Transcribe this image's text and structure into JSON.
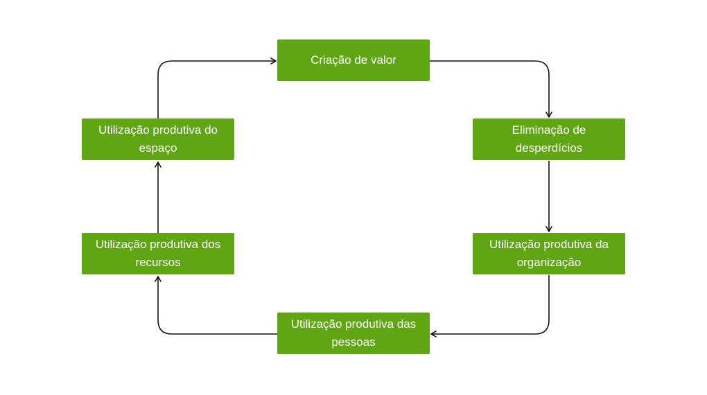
{
  "colors": {
    "node_fill": "#5fa514",
    "node_text": "#ffffff",
    "connector": "#111111",
    "background": "#ffffff"
  },
  "nodes": [
    {
      "id": "criacao",
      "label": "Criação de valor"
    },
    {
      "id": "eliminacao",
      "label": "Eliminação de desperdícios"
    },
    {
      "id": "organizacao",
      "label": "Utilização produtiva da organização"
    },
    {
      "id": "pessoas",
      "label": "Utilização produtiva das pessoas"
    },
    {
      "id": "recursos",
      "label": "Utilização produtiva dos recursos"
    },
    {
      "id": "espaco",
      "label": "Utilização produtiva do espaço"
    }
  ],
  "edges": [
    {
      "from": "criacao",
      "to": "eliminacao"
    },
    {
      "from": "eliminacao",
      "to": "organizacao"
    },
    {
      "from": "organizacao",
      "to": "pessoas"
    },
    {
      "from": "pessoas",
      "to": "recursos"
    },
    {
      "from": "recursos",
      "to": "espaco"
    },
    {
      "from": "espaco",
      "to": "criacao"
    }
  ]
}
